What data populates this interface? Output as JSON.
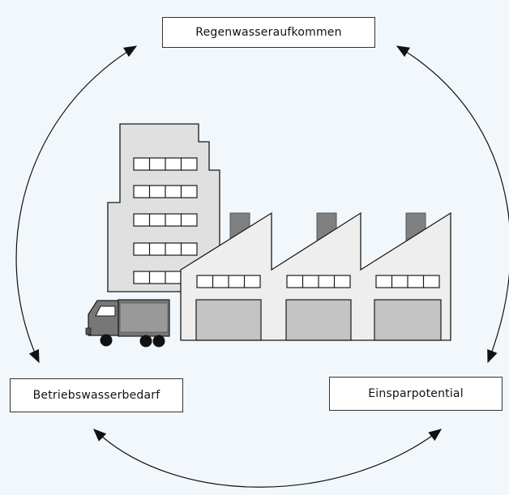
{
  "labels": {
    "top": "Regenwasseraufkommen",
    "left": "Betriebswasserbedarf",
    "right": "Einsparpotential"
  },
  "colors": {
    "background": "#f2f7fc",
    "building": "#e0e0e0",
    "factory": "#eeeeee",
    "gate": "#c4c4c4",
    "chimney": "#808080",
    "truck": "#777777",
    "outline": "#1a1a1a"
  }
}
